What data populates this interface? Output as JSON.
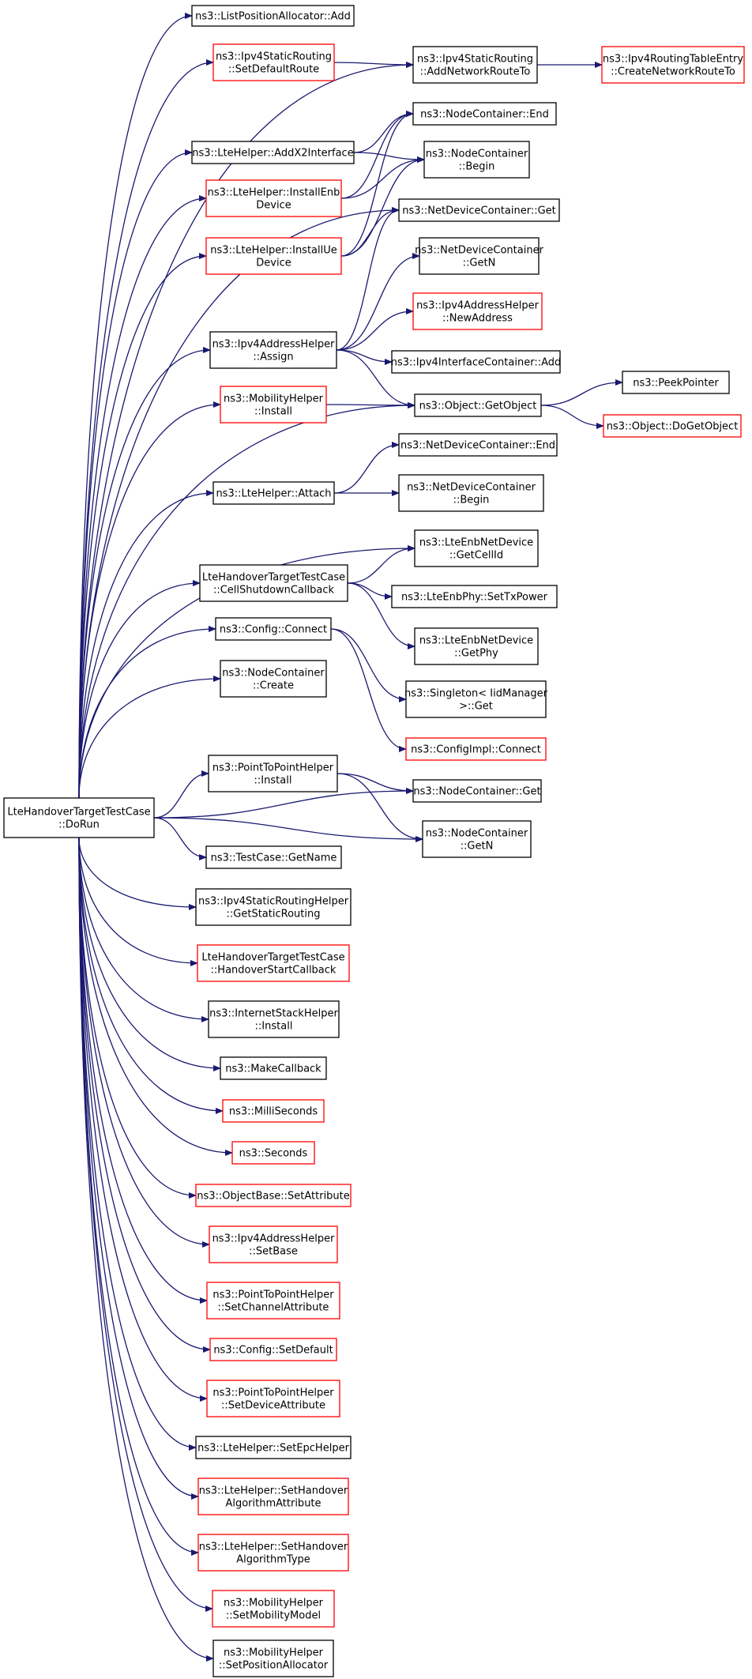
{
  "colors": {
    "edge": "#191970",
    "box_black": "#000000",
    "box_red": "#ff0000",
    "root_fill": "#bfbfbf"
  },
  "root": {
    "id": "root",
    "lines": [
      "LteHandoverTargetTestCase",
      "::DoRun"
    ]
  },
  "nodes": [
    {
      "id": "n1",
      "lines": [
        "ns3::ListPositionAllocator::Add"
      ],
      "border": "black"
    },
    {
      "id": "n2",
      "lines": [
        "ns3::Ipv4StaticRouting",
        "::SetDefaultRoute"
      ],
      "border": "red"
    },
    {
      "id": "n3",
      "lines": [
        "ns3::Ipv4StaticRouting",
        "::AddNetworkRouteTo"
      ],
      "border": "black"
    },
    {
      "id": "n4",
      "lines": [
        "ns3::Ipv4RoutingTableEntry",
        "::CreateNetworkRouteTo"
      ],
      "border": "red"
    },
    {
      "id": "n5",
      "lines": [
        "ns3::LteHelper::AddX2Interface"
      ],
      "border": "black"
    },
    {
      "id": "n6",
      "lines": [
        "ns3::NodeContainer::End"
      ],
      "border": "black"
    },
    {
      "id": "n7",
      "lines": [
        "ns3::NodeContainer",
        "::Begin"
      ],
      "border": "black"
    },
    {
      "id": "n8",
      "lines": [
        "ns3::LteHelper::InstallEnb",
        "Device"
      ],
      "border": "red"
    },
    {
      "id": "n9",
      "lines": [
        "ns3::LteHelper::InstallUe",
        "Device"
      ],
      "border": "red"
    },
    {
      "id": "n10",
      "lines": [
        "ns3::NetDeviceContainer::Get"
      ],
      "border": "black"
    },
    {
      "id": "n11",
      "lines": [
        "ns3::NetDeviceContainer",
        "::GetN"
      ],
      "border": "black"
    },
    {
      "id": "n12",
      "lines": [
        "ns3::Ipv4AddressHelper",
        "::NewAddress"
      ],
      "border": "red"
    },
    {
      "id": "n13",
      "lines": [
        "ns3::Ipv4AddressHelper",
        "::Assign"
      ],
      "border": "black"
    },
    {
      "id": "n14",
      "lines": [
        "ns3::Ipv4InterfaceContainer::Add"
      ],
      "border": "black"
    },
    {
      "id": "n15",
      "lines": [
        "ns3::PeekPointer"
      ],
      "border": "black"
    },
    {
      "id": "n16",
      "lines": [
        "ns3::MobilityHelper",
        "::Install"
      ],
      "border": "red"
    },
    {
      "id": "n17",
      "lines": [
        "ns3::Object::GetObject"
      ],
      "border": "black"
    },
    {
      "id": "n18",
      "lines": [
        "ns3::Object::DoGetObject"
      ],
      "border": "red"
    },
    {
      "id": "n19",
      "lines": [
        "ns3::NetDeviceContainer::End"
      ],
      "border": "black"
    },
    {
      "id": "n20",
      "lines": [
        "ns3::LteHelper::Attach"
      ],
      "border": "black"
    },
    {
      "id": "n21",
      "lines": [
        "ns3::NetDeviceContainer",
        "::Begin"
      ],
      "border": "black"
    },
    {
      "id": "n22",
      "lines": [
        "ns3::LteEnbNetDevice",
        "::GetCellId"
      ],
      "border": "black"
    },
    {
      "id": "n23",
      "lines": [
        "LteHandoverTargetTestCase",
        "::CellShutdownCallback"
      ],
      "border": "black"
    },
    {
      "id": "n24",
      "lines": [
        "ns3::LteEnbPhy::SetTxPower"
      ],
      "border": "black"
    },
    {
      "id": "n25",
      "lines": [
        "ns3::LteEnbNetDevice",
        "::GetPhy"
      ],
      "border": "black"
    },
    {
      "id": "n26",
      "lines": [
        "ns3::Config::Connect"
      ],
      "border": "black"
    },
    {
      "id": "n27",
      "lines": [
        "ns3::Singleton< IidManager",
        ">::Get"
      ],
      "border": "black"
    },
    {
      "id": "n28",
      "lines": [
        "ns3::NodeContainer",
        "::Create"
      ],
      "border": "black"
    },
    {
      "id": "n29",
      "lines": [
        "ns3::ConfigImpl::Connect"
      ],
      "border": "red"
    },
    {
      "id": "n30",
      "lines": [
        "ns3::PointToPointHelper",
        "::Install"
      ],
      "border": "black"
    },
    {
      "id": "n31",
      "lines": [
        "ns3::NodeContainer::Get"
      ],
      "border": "black"
    },
    {
      "id": "n32",
      "lines": [
        "ns3::NodeContainer",
        "::GetN"
      ],
      "border": "black"
    },
    {
      "id": "n33",
      "lines": [
        "ns3::TestCase::GetName"
      ],
      "border": "black"
    },
    {
      "id": "n34",
      "lines": [
        "ns3::Ipv4StaticRoutingHelper",
        "::GetStaticRouting"
      ],
      "border": "black"
    },
    {
      "id": "n35",
      "lines": [
        "LteHandoverTargetTestCase",
        "::HandoverStartCallback"
      ],
      "border": "red"
    },
    {
      "id": "n36",
      "lines": [
        "ns3::InternetStackHelper",
        "::Install"
      ],
      "border": "black"
    },
    {
      "id": "n37",
      "lines": [
        "ns3::MakeCallback"
      ],
      "border": "black"
    },
    {
      "id": "n38",
      "lines": [
        "ns3::MilliSeconds"
      ],
      "border": "red"
    },
    {
      "id": "n39",
      "lines": [
        "ns3::Seconds"
      ],
      "border": "red"
    },
    {
      "id": "n40",
      "lines": [
        "ns3::ObjectBase::SetAttribute"
      ],
      "border": "red"
    },
    {
      "id": "n41",
      "lines": [
        "ns3::Ipv4AddressHelper",
        "::SetBase"
      ],
      "border": "red"
    },
    {
      "id": "n42",
      "lines": [
        "ns3::PointToPointHelper",
        "::SetChannelAttribute"
      ],
      "border": "red"
    },
    {
      "id": "n43",
      "lines": [
        "ns3::Config::SetDefault"
      ],
      "border": "red"
    },
    {
      "id": "n44",
      "lines": [
        "ns3::PointToPointHelper",
        "::SetDeviceAttribute"
      ],
      "border": "red"
    },
    {
      "id": "n45",
      "lines": [
        "ns3::LteHelper::SetEpcHelper"
      ],
      "border": "black"
    },
    {
      "id": "n46",
      "lines": [
        "ns3::LteHelper::SetHandover",
        "AlgorithmAttribute"
      ],
      "border": "red"
    },
    {
      "id": "n47",
      "lines": [
        "ns3::LteHelper::SetHandover",
        "AlgorithmType"
      ],
      "border": "red"
    },
    {
      "id": "n48",
      "lines": [
        "ns3::MobilityHelper",
        "::SetMobilityModel"
      ],
      "border": "red"
    },
    {
      "id": "n49",
      "lines": [
        "ns3::MobilityHelper",
        "::SetPositionAllocator"
      ],
      "border": "black"
    }
  ],
  "edges": [
    [
      "root",
      "n1"
    ],
    [
      "root",
      "n2"
    ],
    [
      "root",
      "n3"
    ],
    [
      "root",
      "n5"
    ],
    [
      "root",
      "n8"
    ],
    [
      "root",
      "n9"
    ],
    [
      "root",
      "n10"
    ],
    [
      "root",
      "n13"
    ],
    [
      "root",
      "n16"
    ],
    [
      "root",
      "n17"
    ],
    [
      "root",
      "n20"
    ],
    [
      "root",
      "n22"
    ],
    [
      "root",
      "n23"
    ],
    [
      "root",
      "n26"
    ],
    [
      "root",
      "n28"
    ],
    [
      "root",
      "n30"
    ],
    [
      "root",
      "n31"
    ],
    [
      "root",
      "n32"
    ],
    [
      "root",
      "n33"
    ],
    [
      "root",
      "n34"
    ],
    [
      "root",
      "n35"
    ],
    [
      "root",
      "n36"
    ],
    [
      "root",
      "n37"
    ],
    [
      "root",
      "n38"
    ],
    [
      "root",
      "n39"
    ],
    [
      "root",
      "n40"
    ],
    [
      "root",
      "n41"
    ],
    [
      "root",
      "n42"
    ],
    [
      "root",
      "n43"
    ],
    [
      "root",
      "n44"
    ],
    [
      "root",
      "n45"
    ],
    [
      "root",
      "n46"
    ],
    [
      "root",
      "n47"
    ],
    [
      "root",
      "n48"
    ],
    [
      "root",
      "n49"
    ],
    [
      "n2",
      "n3"
    ],
    [
      "n3",
      "n4"
    ],
    [
      "n5",
      "n6"
    ],
    [
      "n5",
      "n7"
    ],
    [
      "n8",
      "n6"
    ],
    [
      "n8",
      "n7"
    ],
    [
      "n9",
      "n6"
    ],
    [
      "n9",
      "n7"
    ],
    [
      "n9",
      "n10"
    ],
    [
      "n13",
      "n10"
    ],
    [
      "n13",
      "n11"
    ],
    [
      "n13",
      "n12"
    ],
    [
      "n13",
      "n14"
    ],
    [
      "n13",
      "n17"
    ],
    [
      "n16",
      "n17"
    ],
    [
      "n17",
      "n15"
    ],
    [
      "n17",
      "n18"
    ],
    [
      "n20",
      "n19"
    ],
    [
      "n20",
      "n21"
    ],
    [
      "n23",
      "n22"
    ],
    [
      "n23",
      "n24"
    ],
    [
      "n23",
      "n25"
    ],
    [
      "n26",
      "n27"
    ],
    [
      "n26",
      "n29"
    ],
    [
      "n30",
      "n31"
    ],
    [
      "n30",
      "n32"
    ]
  ]
}
